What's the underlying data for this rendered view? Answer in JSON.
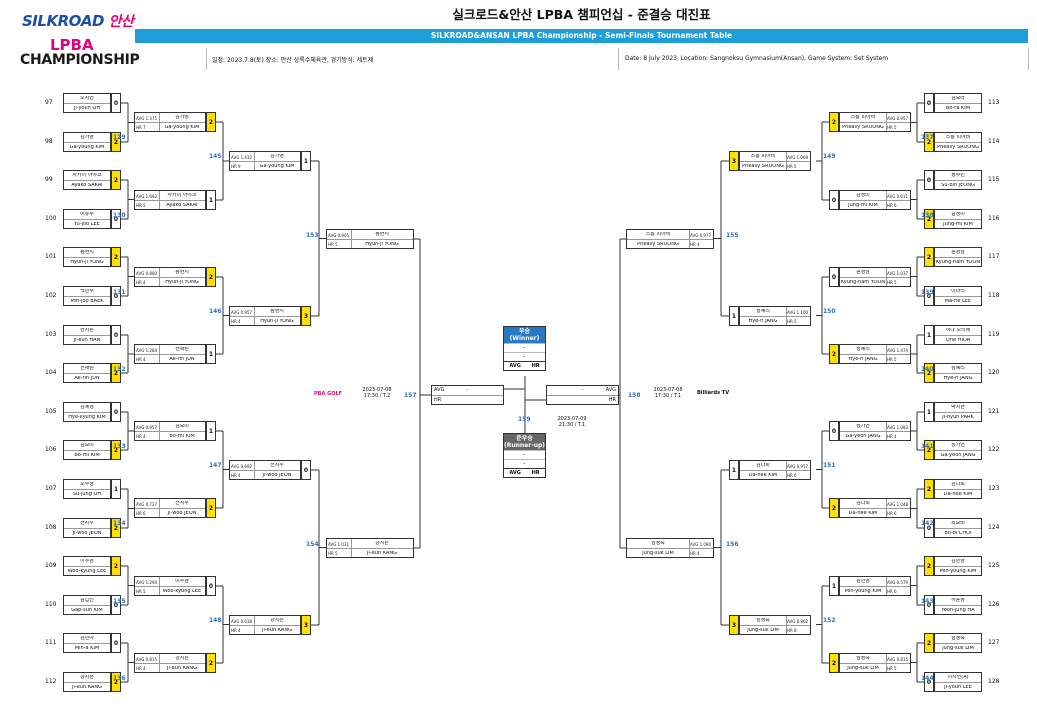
{
  "header": {
    "logo_silkroad": "SILKROAD",
    "logo_ansan": "안산",
    "logo_lpba": "LPBA",
    "logo_championship": "CHAMPIONSHIP",
    "title": "실크로드&안산 LPBA 챔피언십 - 준결승 대진표",
    "subtitle": "SILKROAD&ANSAN LPBA Championship - Semi-Finals Tournament Table",
    "info_ko": "일정: 2023.7.8(토) 장소: 안산 상록수체육관, 경기방식: 세트제",
    "info_en": "Date: 8 July 2023, Location: Sangnoksu Gymnasium(Ansan), Game System: Set System"
  },
  "bracket": {
    "avg_label": "AVG",
    "hr_label": "HR",
    "winner": {
      "label": "우승",
      "label_en": "(Winner)",
      "line1": "-",
      "line2": "-",
      "avg": "AVG",
      "hr": "HR"
    },
    "runnerup": {
      "label": "준우승",
      "label_en": "(Runner-up)",
      "line1": "-",
      "line2": "-",
      "avg": "AVG",
      "hr": "HR"
    },
    "final": {
      "match": "159",
      "left_dash": "-",
      "right_dash": "-",
      "date": "2023-07-09",
      "time": "21:30 / T.1"
    },
    "semis": [
      {
        "match": "157",
        "date": "2023-07-08",
        "time": "17:30 / T.2",
        "brand": "PBA GOLF"
      },
      {
        "match": "158",
        "date": "2023-07-08",
        "time": "17:30 / T.1",
        "brand": "Billiards TV"
      }
    ],
    "r1": [
      {
        "seed": "97",
        "ko": "오지연",
        "en": "Ji-youn OH",
        "score": "0"
      },
      {
        "seed": "98",
        "ko": "김가영",
        "en": "Ga-young KIM",
        "score": "2",
        "win": true
      },
      {
        "seed": "99",
        "ko": "사카이 아야코",
        "en": "Ayako SAKAI",
        "score": "2",
        "win": true
      },
      {
        "seed": "100",
        "ko": "이유주",
        "en": "Yu-joo LEE",
        "score": "0"
      },
      {
        "seed": "101",
        "ko": "용현지",
        "en": "Hyun-ji YONG",
        "score": "2",
        "win": true
      },
      {
        "seed": "102",
        "ko": "백민주",
        "en": "Min-joo BAEK",
        "score": "0"
      },
      {
        "seed": "103",
        "ko": "한지은",
        "en": "Ji-eun HAN",
        "score": "0"
      },
      {
        "seed": "104",
        "ko": "전애린",
        "en": "Ae-rin JUN",
        "score": "2",
        "win": true
      },
      {
        "seed": "105",
        "ko": "김혜경",
        "en": "Hye-kyung KIM",
        "score": "0"
      },
      {
        "seed": "106",
        "ko": "김보미",
        "en": "Bo-mi KIM",
        "score": "2",
        "win": true
      },
      {
        "seed": "107",
        "ko": "오수정",
        "en": "Su-jung OH",
        "score": "1"
      },
      {
        "seed": "108",
        "ko": "전지우",
        "en": "Ji-woo JEON",
        "score": "2",
        "win": true
      },
      {
        "seed": "109",
        "ko": "이우경",
        "en": "Woo-kyung LEE",
        "score": "2",
        "win": true
      },
      {
        "seed": "110",
        "ko": "김갑선",
        "en": "Gap-sun KIM",
        "score": "0"
      },
      {
        "seed": "111",
        "ko": "김민아",
        "en": "Min-a KIM",
        "score": "0"
      },
      {
        "seed": "112",
        "ko": "강지은",
        "en": "Ji-eun KANG",
        "score": "2",
        "win": true
      },
      {
        "seed": "113",
        "ko": "김보라",
        "en": "Bo-ra KIM",
        "score": "0"
      },
      {
        "seed": "114",
        "ko": "스롱 피아비",
        "en": "Pheavy SRUONG",
        "score": "2",
        "win": true
      },
      {
        "seed": "115",
        "ko": "정수빈",
        "en": "Su-bin JEONG",
        "score": "0"
      },
      {
        "seed": "116",
        "ko": "김정미",
        "en": "Jung-mi KIM",
        "score": "2",
        "win": true
      },
      {
        "seed": "117",
        "ko": "윤경남",
        "en": "Kyung-nam YOON",
        "score": "2",
        "win": true
      },
      {
        "seed": "118",
        "ko": "이마리",
        "en": "Ma-rie LEE",
        "score": "0"
      },
      {
        "seed": "119",
        "ko": "히다 오리에",
        "en": "Orie HIDA",
        "score": "1"
      },
      {
        "seed": "120",
        "ko": "장혜리",
        "en": "Hye-ri JANG",
        "score": "2",
        "win": true
      },
      {
        "seed": "121",
        "ko": "박지현",
        "en": "Ji-hyun PARK",
        "score": "1"
      },
      {
        "seed": "122",
        "ko": "장가연",
        "en": "Ga-yeon JANG",
        "score": "2",
        "win": true
      },
      {
        "seed": "123",
        "ko": "김다희",
        "en": "Da-hee KIM",
        "score": "2",
        "win": true
      },
      {
        "seed": "124",
        "ko": "최보비",
        "en": "Bo-bi CHOI",
        "score": "0"
      },
      {
        "seed": "125",
        "ko": "김민영",
        "en": "Min-young KIM",
        "score": "2",
        "win": true
      },
      {
        "seed": "126",
        "ko": "허윤정",
        "en": "Yoon-jung HA",
        "score": "0"
      },
      {
        "seed": "127",
        "ko": "임정숙",
        "en": "Jung-suk LIM",
        "score": "2",
        "win": true
      },
      {
        "seed": "128",
        "ko": "이지연(A)",
        "en": "Ji-youn LEE",
        "score": "0"
      }
    ],
    "r2": [
      {
        "match": "129",
        "ko": "김가영",
        "en": "Ga-young KIM",
        "avg": "AVG 1.375",
        "hr": "HR 7",
        "score": "2",
        "win": true
      },
      {
        "match": "130",
        "ko": "사카이 아야코",
        "en": "Ayako SAKAI",
        "avg": "AVG 1.692",
        "hr": "HR 5",
        "score": "1"
      },
      {
        "match": "131",
        "ko": "용현지",
        "en": "Hyun-ji YONG",
        "avg": "AVG 0.880",
        "hr": "HR 4",
        "score": "2",
        "win": true
      },
      {
        "match": "132",
        "ko": "전애린",
        "en": "Ae-rin JUN",
        "avg": "AVG 1.284",
        "hr": "HR 4",
        "score": "1"
      },
      {
        "match": "133",
        "ko": "김보미",
        "en": "Bo-mi KIM",
        "avg": "AVG 0.957",
        "hr": "HR 4",
        "score": "1"
      },
      {
        "match": "134",
        "ko": "전지우",
        "en": "Ji-woo JEON",
        "avg": "AVG 0.727",
        "hr": "HR 6",
        "score": "2",
        "win": true
      },
      {
        "match": "135",
        "ko": "이우경",
        "en": "Woo-kyung LEE",
        "avg": "AVG 1.294",
        "hr": "HR 5",
        "score": "0"
      },
      {
        "match": "136",
        "ko": "강지은",
        "en": "Ji-eun KANG",
        "avg": "AVG 0.815",
        "hr": "HR 4",
        "score": "2",
        "win": true
      },
      {
        "match": "137",
        "ko": "스롱 피아비",
        "en": "Pheavy SRUONG",
        "avg": "AVG 0.957",
        "hr": "HR 5",
        "score": "2",
        "win": true
      },
      {
        "match": "138",
        "ko": "김정미",
        "en": "Jung-mi KIM",
        "avg": "AVG 0.611",
        "hr": "HR 6",
        "score": "0"
      },
      {
        "match": "139",
        "ko": "윤경남",
        "en": "Kyung-nam YOON",
        "avg": "AVG 1.037",
        "hr": "HR 5",
        "score": "0"
      },
      {
        "match": "140",
        "ko": "장혜리",
        "en": "Hye-ri JANG",
        "avg": "AVG 1.474",
        "hr": "HR 5",
        "score": "2",
        "win": true
      },
      {
        "match": "141",
        "ko": "장가연",
        "en": "Ga-yeon JANG",
        "avg": "AVG 1.083",
        "hr": "HR 4",
        "score": "0"
      },
      {
        "match": "142",
        "ko": "김다희",
        "en": "Da-hee KIM",
        "avg": "AVG 1.048",
        "hr": "HR 6",
        "score": "2",
        "win": true
      },
      {
        "match": "143",
        "ko": "김민영",
        "en": "Min-young KIM",
        "avg": "AVG 0.579",
        "hr": "HR 6",
        "score": "1"
      },
      {
        "match": "144",
        "ko": "임정숙",
        "en": "Jung-suk LIM",
        "avg": "AVG 0.815",
        "hr": "HR 5",
        "score": "2",
        "win": true
      }
    ],
    "r3": [
      {
        "match": "145",
        "ko": "김가영",
        "en": "Ga-young KIM",
        "avg": "AVG 1.432",
        "hr": "HR 9",
        "score": "1"
      },
      {
        "match": "146",
        "ko": "용현지",
        "en": "Hyun-ji YONG",
        "avg": "AVG 0.957",
        "hr": "HR 4",
        "score": "3",
        "win": true
      },
      {
        "match": "147",
        "ko": "전지우",
        "en": "Ji-woo JEON",
        "avg": "AVG 0.692",
        "hr": "HR 4",
        "score": "0"
      },
      {
        "match": "148",
        "ko": "강지은",
        "en": "Ji-eun KANG",
        "avg": "AVG 0.638",
        "hr": "HR 4",
        "score": "3",
        "win": true
      },
      {
        "match": "149",
        "ko": "스롱 피아비",
        "en": "Pheavy SRUONG",
        "avg": "AVG 1.069",
        "hr": "HR 5",
        "score": "3",
        "win": true
      },
      {
        "match": "150",
        "ko": "장혜리",
        "en": "Hye-ri JANG",
        "avg": "AVG 1.100",
        "hr": "HR 5",
        "score": "1"
      },
      {
        "match": "151",
        "ko": "김다희",
        "en": "Da-hee KIM",
        "avg": "AVG 0.957",
        "hr": "HR 6",
        "score": "1"
      },
      {
        "match": "152",
        "ko": "임정숙",
        "en": "Jung-suk LIM",
        "avg": "AVG 0.862",
        "hr": "HR 8",
        "score": "3",
        "win": true
      }
    ],
    "r4": [
      {
        "match": "153",
        "ko": "용현지",
        "en": "Hyun-ji YONG",
        "avg": "AVG 0.905",
        "hr": "HR 5"
      },
      {
        "match": "154",
        "ko": "강지은",
        "en": "Ji-eun KANG",
        "avg": "AVG 1.031",
        "hr": "HR 5"
      },
      {
        "match": "155",
        "ko": "스롱 피아비",
        "en": "Pheavy SRUONG",
        "avg": "AVG 0.977",
        "hr": "HR 4"
      },
      {
        "match": "156",
        "ko": "임정숙",
        "en": "Jung-suk LIM",
        "avg": "AVG 1.080",
        "hr": "HR 4"
      }
    ]
  }
}
